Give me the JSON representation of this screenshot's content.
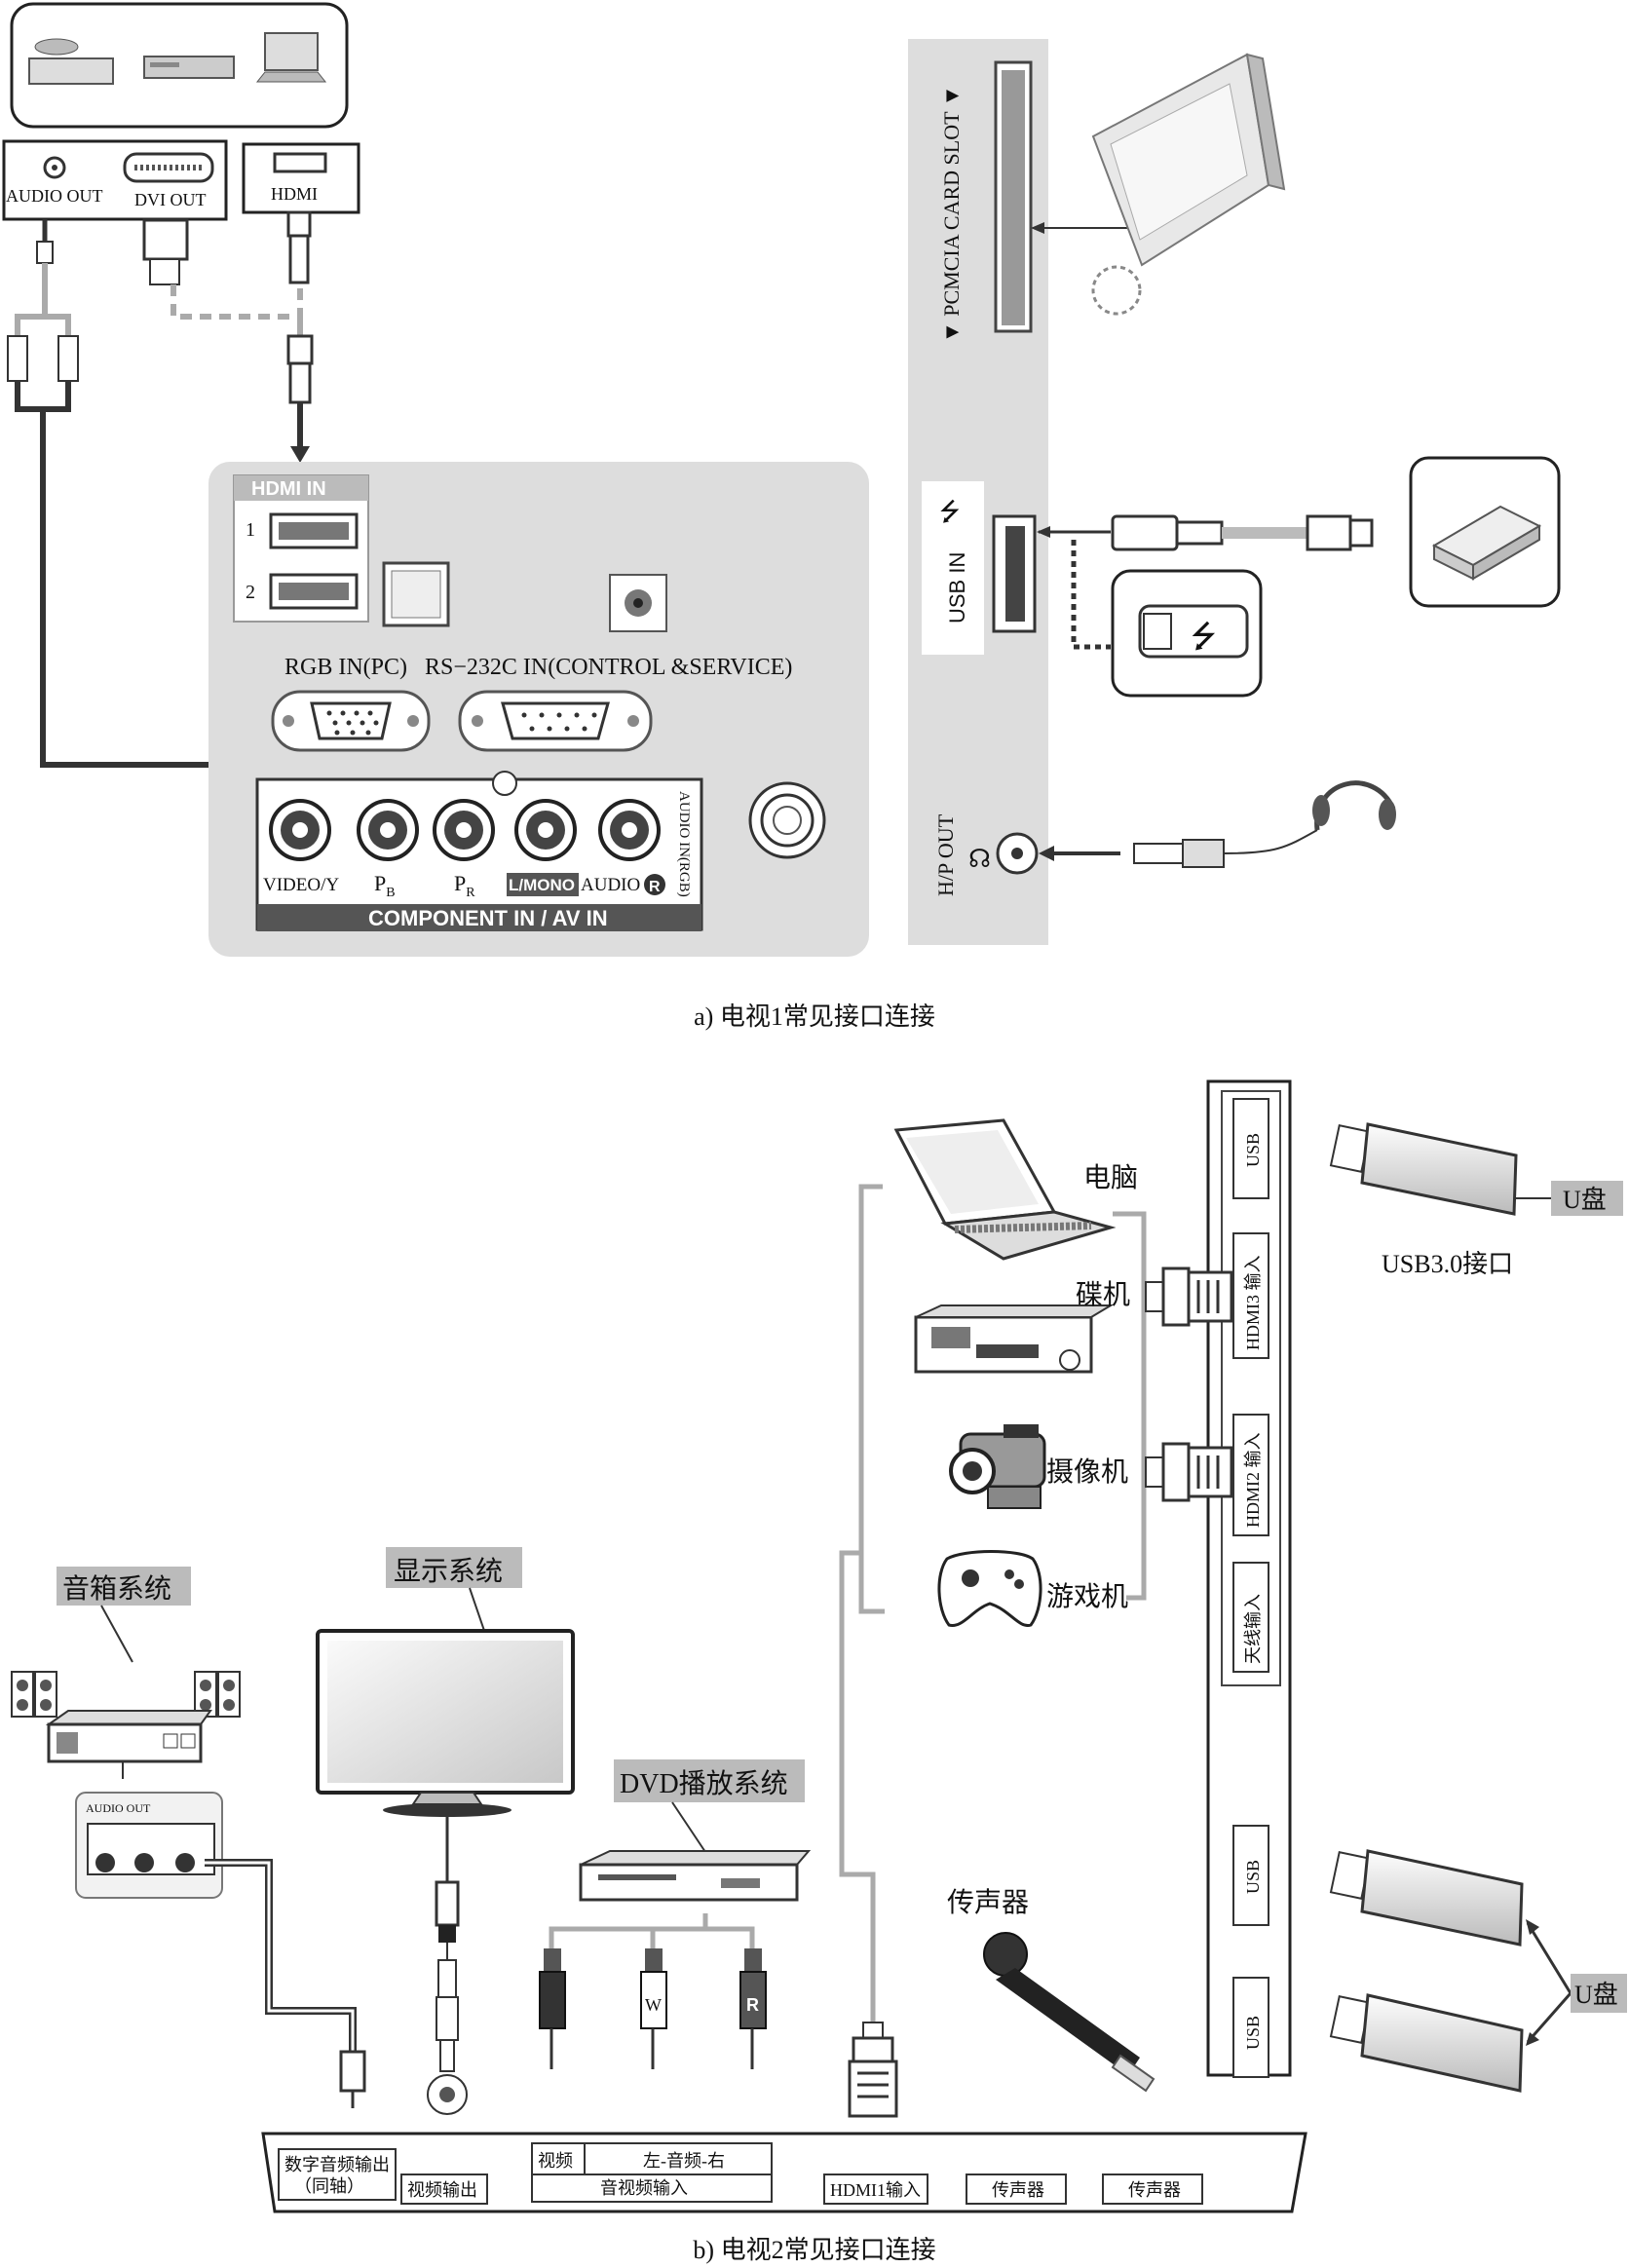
{
  "figure_a": {
    "caption": "a) 电视1常见接口连接",
    "source_ports": {
      "audio_out": "AUDIO OUT",
      "dvi_out": "DVI OUT",
      "hdmi": "HDMI"
    },
    "panel": {
      "hdmi_in": "HDMI IN",
      "hdmi_port_1": "1",
      "hdmi_port_2": "2",
      "rgb_in": "RGB IN(PC)",
      "rs232": "RS−232C IN(CONTROL &SERVICE)",
      "video_y": "VIDEO/Y",
      "pb": "P",
      "pb_sub": "B",
      "pr": "P",
      "pr_sub": "R",
      "l_mono": "L/MONO",
      "audio": "AUDIO",
      "audio_r": "R",
      "audio_in_rgb": "AUDIO IN(RGB)",
      "component": "COMPONENT IN / AV IN"
    },
    "side_panel": {
      "pcmcia": "▼ PCMCIA CARD SLOT ▼",
      "usb_in": "USB IN",
      "hp_out": "H/P OUT"
    }
  },
  "figure_b": {
    "caption": "b) 电视2常见接口连接",
    "labels": {
      "speaker_system": "音箱系统",
      "display_system": "显示系统",
      "dvd_system": "DVD播放系统",
      "microphone": "传声器",
      "computer": "电脑",
      "disc_player": "碟机",
      "camcorder": "摄像机",
      "game_console": "游戏机",
      "usb_flash_1": "U盘",
      "usb_flash_2": "U盘",
      "usb3": "USB3.0接口",
      "audio_out_small": "AUDIO OUT",
      "w": "W",
      "r": "R"
    },
    "side_ports": [
      "USB",
      "HDMI3 输入",
      "HDMI2 输入",
      "天线输入",
      "USB",
      "USB"
    ],
    "bottom_ports": {
      "digital_audio_out": "数字音频输出",
      "coax": "（同轴）",
      "video_out": "视频输出",
      "video": "视频",
      "audio_left_right": "左-音频-右",
      "av_input": "音视频输入",
      "hdmi1_input": "HDMI1输入",
      "mic_1": "传声器",
      "mic_2": "传声器"
    }
  }
}
